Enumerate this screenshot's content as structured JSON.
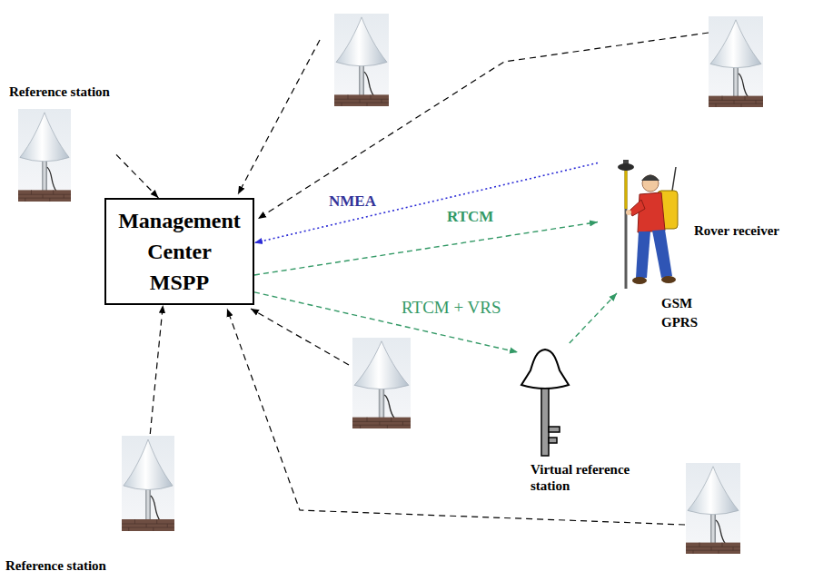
{
  "diagram": {
    "nodes": [
      {
        "text": [
          "Reference station"
        ]
      },
      {
        "text": [
          "Management Center MSPP"
        ]
      },
      {
        "text": [
          "Rover receiver"
        ]
      },
      {
        "text": [
          "Virtual reference station"
        ]
      },
      {
        "text": [
          "Reference station"
        ]
      }
    ],
    "edges": [
      {
        "from": 0,
        "to": 1,
        "arrow": "to"
      },
      {
        "from": 2,
        "to": 1,
        "label": "NMEA",
        "arrow": "to"
      },
      {
        "from": 1,
        "to": 2,
        "label": "RTCM",
        "arrow": "to"
      },
      {
        "from": 1,
        "to": 3,
        "label": "RTCM + VRS",
        "arrow": "to"
      },
      {
        "from": 3,
        "to": 2,
        "arrow": "to"
      },
      {
        "from": 4,
        "to": 1,
        "arrow": "to"
      }
    ],
    "labels": [
      "GSM",
      "GPRS"
    ]
  }
}
